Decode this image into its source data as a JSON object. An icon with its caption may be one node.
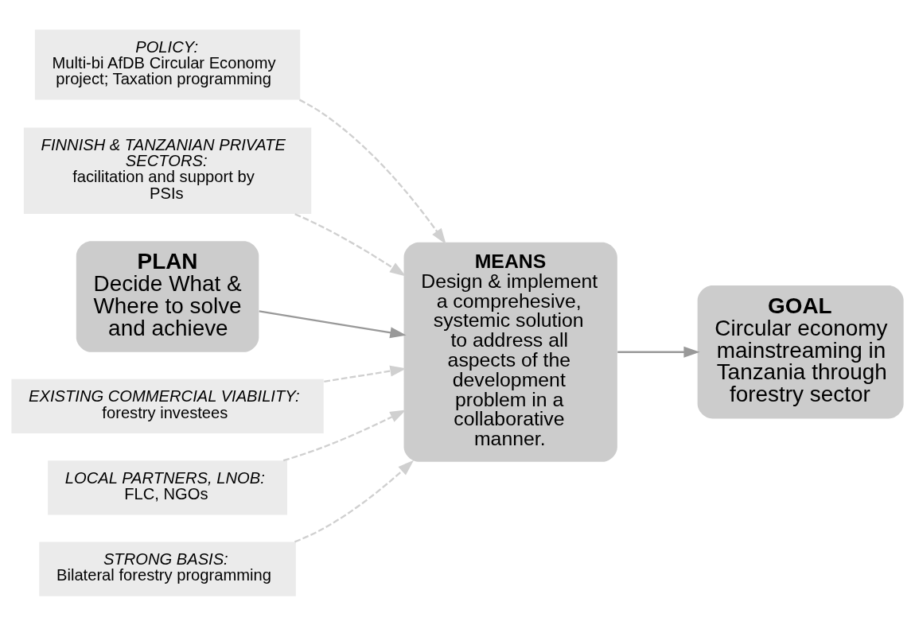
{
  "diagram": {
    "nodes": [
      {
        "text": [
          "POLICY:",
          "Multi-bi AfDB Circular Economy project; Taxation programming"
        ]
      },
      {
        "text": [
          "FINNISH & TANZANIAN PRIVATE SECTORS:",
          "facilitation and support by PSIs"
        ]
      },
      {
        "text": [
          "PLAN",
          "Decide What & Where to solve and achieve"
        ]
      },
      {
        "text": [
          "MEANS",
          "Design & implement a comprehesive, systemic solution to address all aspects of the development problem in a collaborative manner."
        ]
      },
      {
        "text": [
          "GOAL",
          "Circular economy mainstreaming in Tanzania through forestry sector"
        ]
      },
      {
        "text": [
          "EXISTING COMMERCIAL VIABILITY:",
          "forestry investees"
        ]
      },
      {
        "text": [
          "LOCAL PARTNERS, LNOB:",
          "FLC, NGOs"
        ]
      },
      {
        "text": [
          "STRONG BASIS:",
          "Bilateral forestry programming"
        ]
      }
    ],
    "edges": [
      {
        "from": 0,
        "to": 3,
        "arrow": "to",
        "style": "dashed",
        "color": "#d0d0d0"
      },
      {
        "from": 1,
        "to": 3,
        "arrow": "to",
        "style": "dashed",
        "color": "#d0d0d0"
      },
      {
        "from": 2,
        "to": 3,
        "arrow": "to"
      },
      {
        "from": 3,
        "to": 4,
        "arrow": "to"
      },
      {
        "from": 5,
        "to": 3,
        "arrow": "to",
        "style": "dashed",
        "color": "#d0d0d0"
      },
      {
        "from": 6,
        "to": 3,
        "arrow": "to",
        "style": "dashed",
        "color": "#d0d0d0"
      },
      {
        "from": 7,
        "to": 3,
        "arrow": "to",
        "style": "dashed",
        "color": "#d0d0d0"
      }
    ]
  }
}
